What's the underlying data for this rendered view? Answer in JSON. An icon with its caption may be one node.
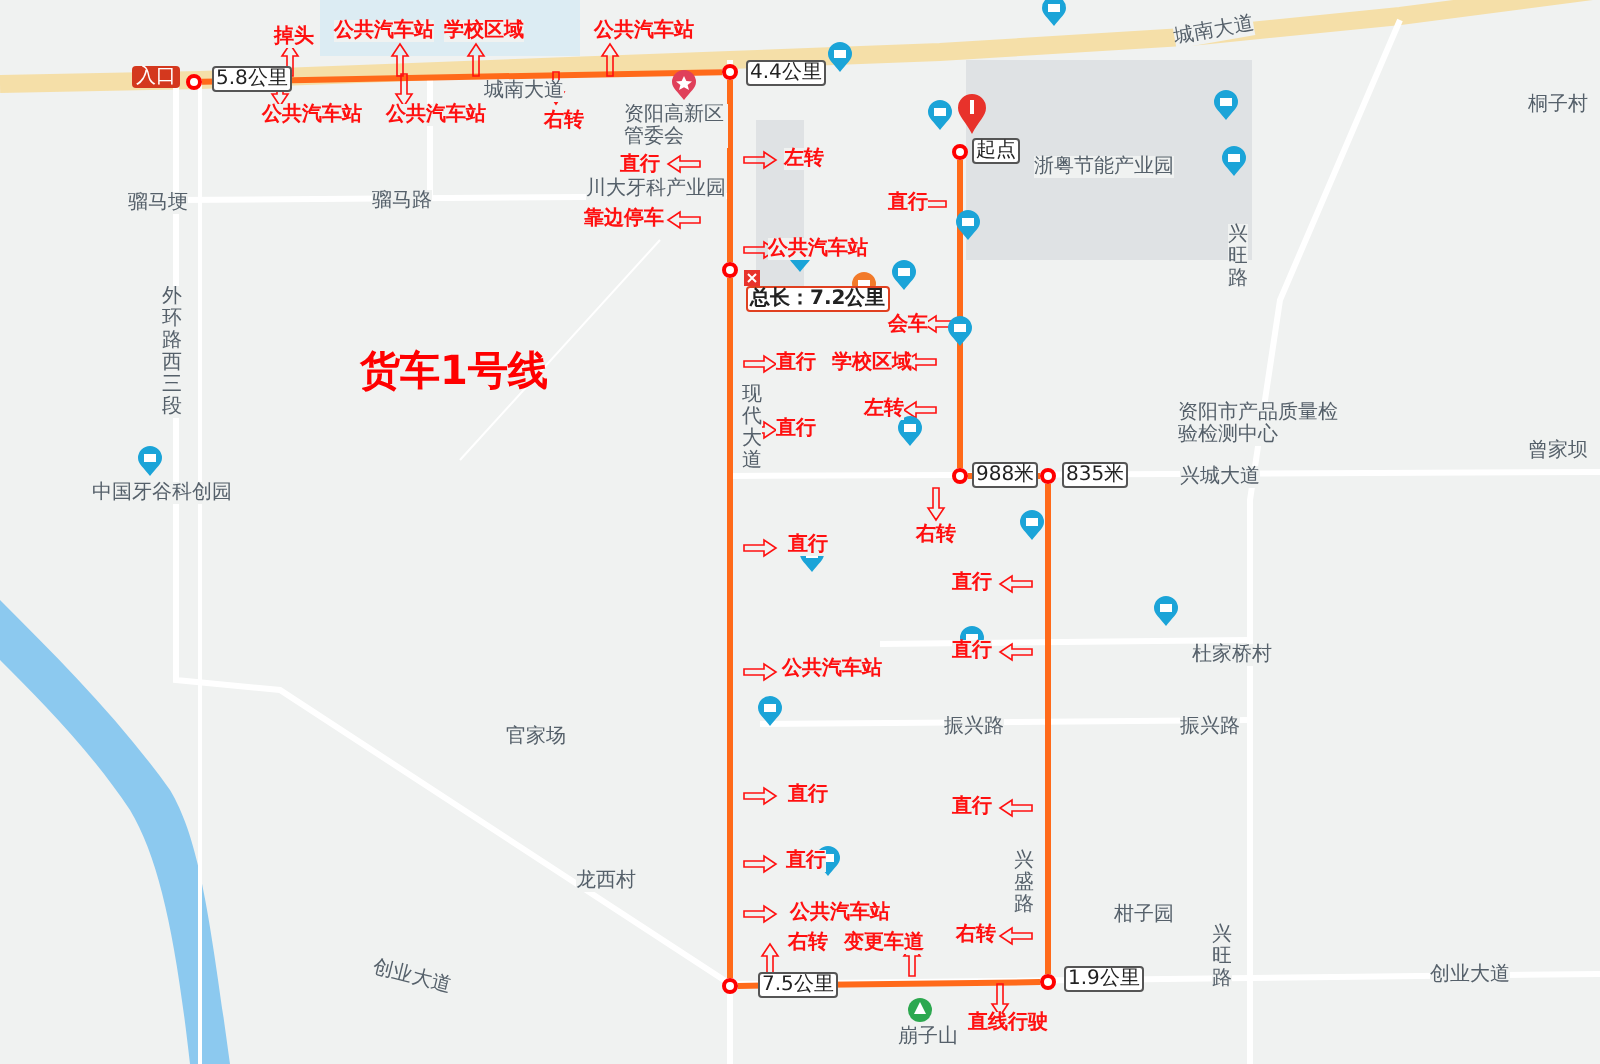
{
  "diagram": {
    "title": "货车1号线",
    "nodes": [
      {
        "text": [],
        "shape": "circle"
      },
      {
        "text": [],
        "shape": "circle"
      },
      {
        "text": [],
        "shape": "circle"
      },
      {
        "text": [],
        "shape": "circle"
      },
      {
        "text": [],
        "shape": "circle"
      },
      {
        "text": [],
        "shape": "circle"
      },
      {
        "text": [],
        "shape": "circle"
      },
      {
        "text": [],
        "shape": "circle"
      }
    ],
    "edges": [
      {
        "from": 0,
        "to": 1,
        "arrow": "none"
      },
      {
        "from": 1,
        "to": 2,
        "arrow": "none"
      },
      {
        "from": 2,
        "to": 3,
        "arrow": "none"
      },
      {
        "from": 3,
        "to": 4,
        "arrow": "none"
      },
      {
        "from": 4,
        "to": 5,
        "arrow": "none"
      },
      {
        "from": 5,
        "to": 6,
        "arrow": "none"
      },
      {
        "from": 6,
        "to": 7,
        "arrow": "none"
      }
    ],
    "labels": [
      "掉头",
      "公共汽车站",
      "学校区域",
      "公共汽车站",
      "公共汽车站",
      "公共汽车站",
      "右转",
      "直行",
      "左转",
      "靠边停车",
      "公共汽车站",
      "直行",
      "会车",
      "直行",
      "学校区域",
      "直行",
      "左转",
      "右转",
      "直行",
      "直行",
      "直行",
      "公共汽车站",
      "直行",
      "直行",
      "直行",
      "公共汽车站",
      "右转",
      "变更车道",
      "右转",
      "直线行驶",
      "5.8公里",
      "4.4公里",
      "起点",
      "总长：7.2公里",
      "988米",
      "835米",
      "7.5公里",
      "1.9公里",
      "城南大道",
      "城南大道",
      "资阳高新区管委会",
      "川大牙科产业园",
      "骝马埂",
      "骝马路",
      "外环路西三段",
      "中国牙谷科创园",
      "现代大道",
      "浙粤节能产业园",
      "资阳市产品质量检验检测中心",
      "兴城大道",
      "曾家坝",
      "桐子村",
      "兴旺路",
      "杜家桥村",
      "振兴路",
      "振兴路",
      "官家场",
      "龙西村",
      "创业大道",
      "兴盛路",
      "柑子园",
      "兴旺路",
      "创业大道",
      "崩子山",
      "入口"
    ]
  }
}
